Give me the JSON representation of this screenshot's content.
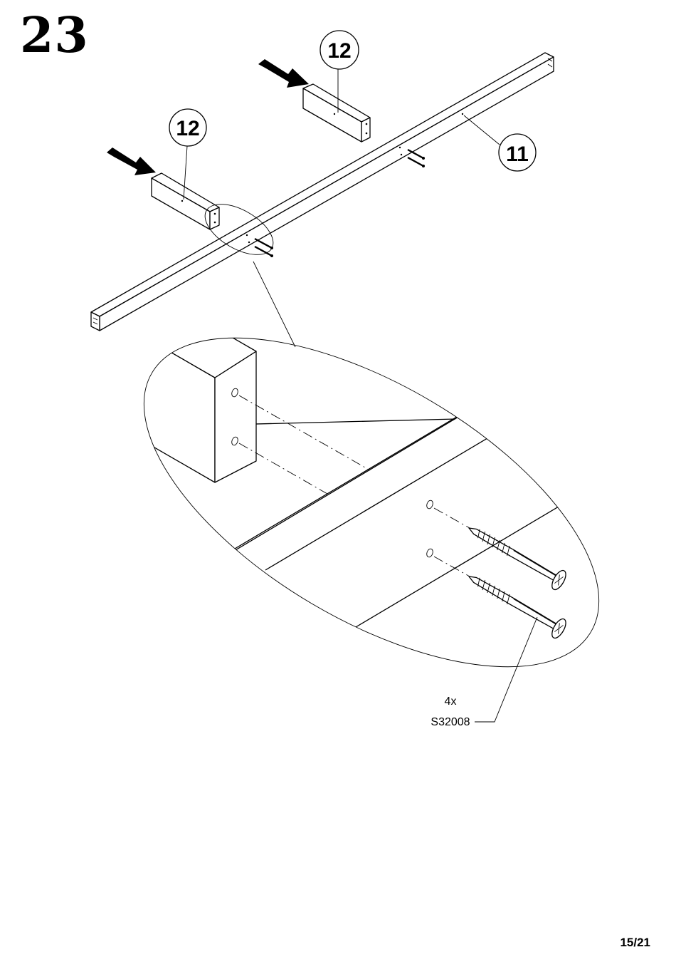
{
  "step": {
    "number": "23"
  },
  "page": {
    "number": "15/21"
  },
  "callouts": [
    {
      "id": "part-12-a",
      "label": "12"
    },
    {
      "id": "part-12-b",
      "label": "12"
    },
    {
      "id": "part-11",
      "label": "11"
    }
  ],
  "fastener": {
    "quantity": "4x",
    "code": "S32008"
  }
}
